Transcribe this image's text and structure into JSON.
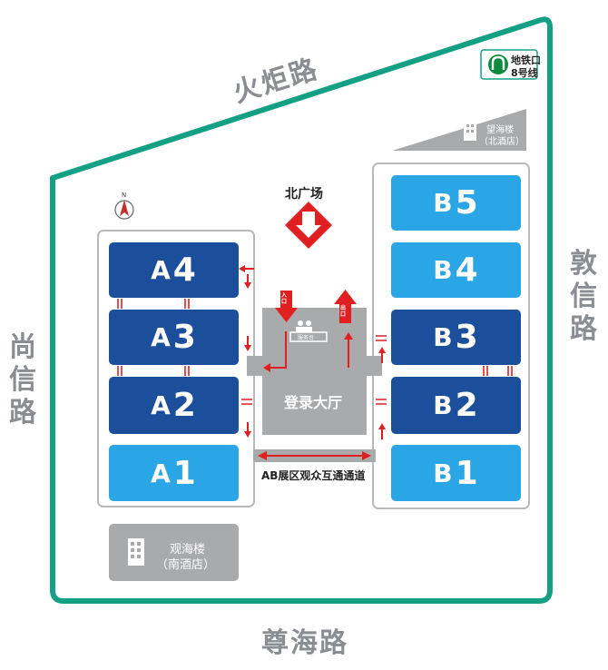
{
  "roads": {
    "north": "火炬路",
    "west": "尚信路",
    "east": "敦信路",
    "south": "尊海路"
  },
  "metro": {
    "line1": "地铁口",
    "line2": "8号线",
    "icon": "metro-logo-icon"
  },
  "buildings": {
    "north_hotel_name": "望海楼",
    "north_hotel_sub": "（北酒店）",
    "south_hotel_name": "观海楼",
    "south_hotel_sub": "（南酒店）"
  },
  "north_plaza": "北广场",
  "lobby": "登录大厅",
  "corridor": "AB展区观众互通通道",
  "entrance": "入口",
  "exit": "出口",
  "desk_label": "服务台",
  "compass": "N",
  "halls_a": [
    {
      "prefix": "A",
      "num": "4"
    },
    {
      "prefix": "A",
      "num": "3"
    },
    {
      "prefix": "A",
      "num": "2"
    },
    {
      "prefix": "A",
      "num": "1"
    }
  ],
  "halls_b": [
    {
      "prefix": "B",
      "num": "5"
    },
    {
      "prefix": "B",
      "num": "4"
    },
    {
      "prefix": "B",
      "num": "3"
    },
    {
      "prefix": "B",
      "num": "2"
    },
    {
      "prefix": "B",
      "num": "1"
    }
  ],
  "colors": {
    "boundary": "#14a085",
    "hall_dark": "#1b4f9c",
    "hall_light": "#2aa6e6",
    "arrow": "#e02020",
    "gray": "#a9aaac"
  }
}
